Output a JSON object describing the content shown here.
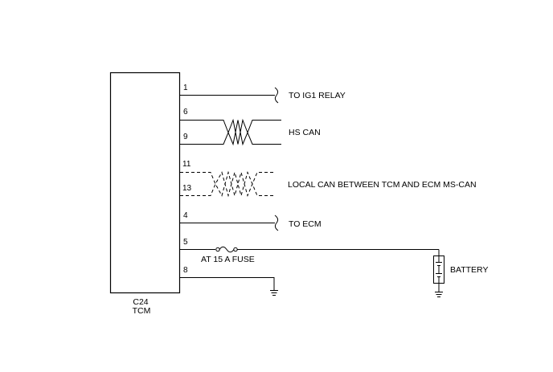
{
  "module": {
    "connector": "C24",
    "name": "TCM"
  },
  "pins": {
    "p1": "1",
    "p6": "6",
    "p9": "9",
    "p11": "11",
    "p13": "13",
    "p4": "4",
    "p5": "5",
    "p8": "8"
  },
  "labels": {
    "ig1_relay": "TO IG1 RELAY",
    "hs_can": "HS CAN",
    "local_can": "LOCAL CAN BETWEEN TCM AND ECM MS-CAN",
    "to_ecm": "TO ECM",
    "fuse": "AT 15 A FUSE",
    "battery": "BATTERY"
  },
  "colors": {
    "line": "#000000",
    "background": "#ffffff"
  }
}
